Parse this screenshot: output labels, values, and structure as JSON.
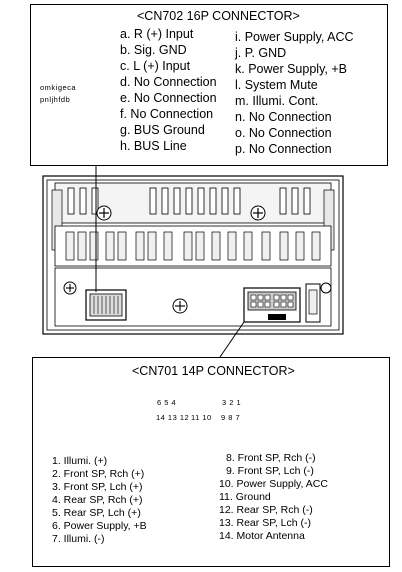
{
  "cn702": {
    "title": "<CN702 16P CONNECTOR>",
    "left_pins": [
      "a.  R (+) Input",
      "b.  Sig. GND",
      "c.  L (+) Input",
      "d.  No Connection",
      "e.  No Connection",
      "f.  No Connection",
      "g.  BUS Ground",
      "h.  BUS Line"
    ],
    "right_pins": [
      "i.  Power Supply, ACC",
      "j.  P. GND",
      "k.  Power Supply, +B",
      "l.  System Mute",
      "m.  Illumi. Cont.",
      "n.  No Connection",
      "o.  No Connection",
      "p.  No Connection"
    ],
    "face_top": "omkigeca",
    "face_bottom": "pnljhfdb"
  },
  "cn701": {
    "title": "<CN701 14P CONNECTOR>",
    "face_top_left": "6 5 4",
    "face_top_right": "3 2 1",
    "face_bottom_left": "14 13 12",
    "face_bottom_mid": "11 10",
    "face_bottom_right": "9  8  7",
    "left_pins": [
      "1.  Illumi. (+)",
      "2.  Front SP, Rch (+)",
      "3.  Front SP, Lch (+)",
      "4.  Rear SP, Rch (+)",
      "5.  Rear SP, Lch (+)",
      "6.  Power Supply, +B",
      "7.  Illumi. (-)"
    ],
    "right_pins": [
      "8.  Front SP, Rch (-)",
      "9.  Front SP, Lch (-)",
      "10.  Power Supply, ACC",
      "11.  Ground",
      "12.  Rear SP, Rch (-)",
      "13.  Rear SP, Lch (-)",
      "14.  Motor Antenna"
    ]
  }
}
